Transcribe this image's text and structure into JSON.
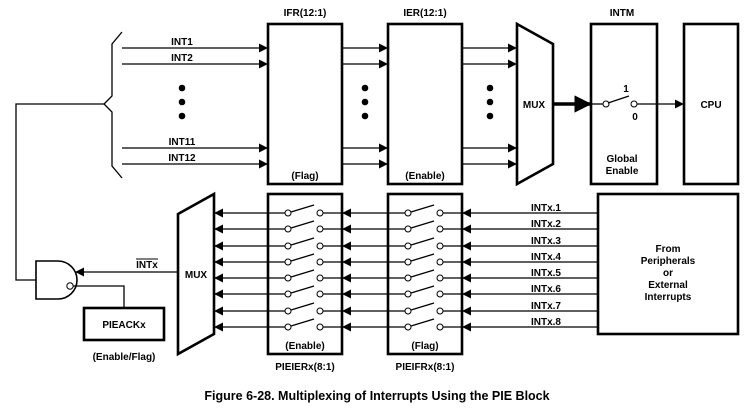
{
  "blocks": {
    "ifr_title": "IFR(12:1)",
    "ier_title": "IER(12:1)",
    "intm_title": "INTM",
    "flag_label": "(Flag)",
    "enable_label": "(Enable)",
    "mux_top": "MUX",
    "mux_bottom": "MUX",
    "cpu": "CPU",
    "global_enable_1": "Global",
    "global_enable_2": "Enable",
    "switch_1": "1",
    "switch_0": "0",
    "pieierx_title": "PIEIERx(8:1)",
    "piefrx_title": "PIEIFRx(8:1)",
    "bottom_enable_label": "(Enable)",
    "bottom_flag_label": "(Flag)",
    "pieack": "PIEACKx",
    "pieack_note": "(Enable/Flag)",
    "intx_out": "INTx"
  },
  "top_inputs": [
    "INT1",
    "INT2",
    "INT11",
    "INT12"
  ],
  "bottom_inputs": [
    "INTx.1",
    "INTx.2",
    "INTx.3",
    "INTx.4",
    "INTx.5",
    "INTx.6",
    "INTx.7",
    "INTx.8"
  ],
  "peripherals": [
    "From",
    "Peripherals",
    "or",
    "External",
    "Interrupts"
  ],
  "caption": "Figure 6-28. Multiplexing of Interrupts Using the PIE Block"
}
